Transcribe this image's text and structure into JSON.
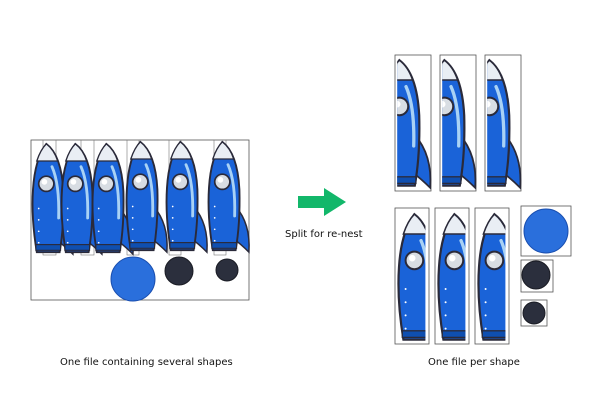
{
  "left_panel": {
    "caption": "One file containing several shapes"
  },
  "arrow": {
    "label": "Split for re-nest",
    "color": "#12b76a"
  },
  "right_panel": {
    "caption": "One file per shape"
  },
  "colors": {
    "rocket_blue": "#1a63d8",
    "rocket_dark_blue": "#0f4fb0",
    "rocket_light": "#a9d2f5",
    "outline": "#2a2a3a",
    "window": "#d8dde3",
    "disc_blue": "#2a6fdc",
    "disc_dark": "#2b2f3d",
    "frame": "#444444"
  },
  "shapes": {
    "rockets_in_source_file": 6,
    "blue_discs": 1,
    "dark_discs": 2
  }
}
